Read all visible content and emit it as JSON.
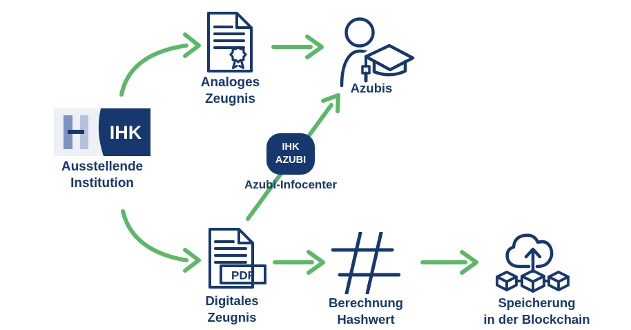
{
  "colors": {
    "navy": "#17386f",
    "green": "#5bb965",
    "logo_bg": "#edf0f5",
    "logo_bar_left": "#7e93c1",
    "logo_bar_right": "#b6c1da",
    "white": "#ffffff"
  },
  "nodes": {
    "issuer": {
      "logo_text": "IHK",
      "label": "Ausstellende\nInstitution"
    },
    "analog": {
      "label": "Analoges\nZeugnis"
    },
    "azubis": {
      "label": "Azubis"
    },
    "infocenter": {
      "icon_text": "IHK\nAZUBI",
      "label": "Azubi-Infocenter"
    },
    "digital": {
      "label": "Digitales\nZeugnis",
      "badge": "PDF"
    },
    "hash": {
      "label": "Berechnung\nHashwert"
    },
    "blockchain": {
      "label": "Speicherung\nin der Blockchain"
    }
  },
  "flows": [
    {
      "from": "issuer",
      "to": "analog"
    },
    {
      "from": "analog",
      "to": "azubis"
    },
    {
      "from": "issuer",
      "to": "digital"
    },
    {
      "from": "digital",
      "to": "azubis",
      "via": "infocenter"
    },
    {
      "from": "digital",
      "to": "hash"
    },
    {
      "from": "hash",
      "to": "blockchain"
    }
  ]
}
